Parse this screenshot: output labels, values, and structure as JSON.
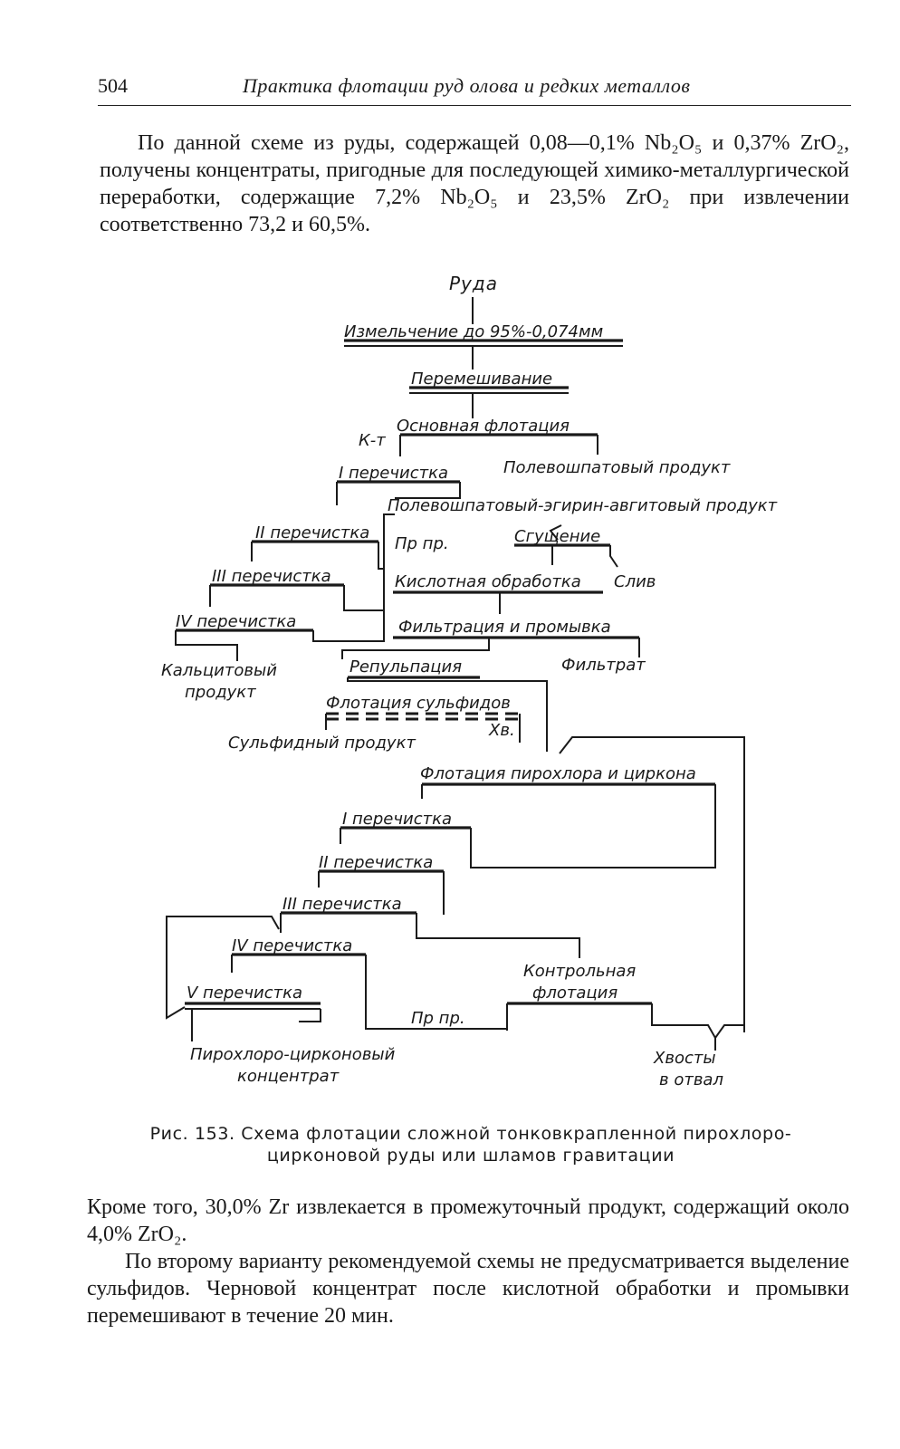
{
  "header": {
    "page_number": "504",
    "running_title": "Практика флотации руд олова и редких металлов"
  },
  "paragraph_1": "По данной схеме из руды, содержащей 0,08—0,1% Nb₂O₅ и 0,37% ZrO₂, получены концентраты, пригодные для последующей химико-металлургической переработки, содержащие 7,2% Nb₂O₅ и 23,5% ZrO₂ при извлечении соответственно 73,2 и 60,5%.",
  "diagram": {
    "ore": "Руда",
    "grinding": "Измельчение до 95%-0,074мм",
    "mixing": "Перемешивание",
    "main_flotation": "Основная флотация",
    "concentrate_abbr": "К-т",
    "feldspar_product": "Полевошпатовый продукт",
    "cleaning_1": "I перечистка",
    "feldspar_aegirine_augite_product": "Полевошпатовый-эгирин-авгитовый продукт",
    "cleaning_2": "II перечистка",
    "middlings_abbr": "Пр пр.",
    "thickening": "Сгущение",
    "cleaning_3": "III перечистка",
    "acid_treatment": "Кислотная обработка",
    "overflow": "Слив",
    "cleaning_4": "IV перечистка",
    "filtration_washing": "Фильтрация и промывка",
    "calcite_product_line1": "Кальцитовый",
    "calcite_product_line2": "продукт",
    "repulping": "Репульпация",
    "filtrate": "Фильтрат",
    "sulfide_flotation": "Флотация сульфидов",
    "sulfide_product": "Сульфидный продукт",
    "tails_abbr": "Хв.",
    "pyrochlore_zircon_flotation": "Флотация пирохлора и циркона",
    "cleaning_b1": "I перечистка",
    "cleaning_b2": "II перечистка",
    "cleaning_b3": "III перечистка",
    "cleaning_b4": "IV перечистка",
    "control_flotation_line1": "Контрольная",
    "control_flotation_line2": "флотация",
    "cleaning_b5": "V перечистка",
    "middlings_abbr_2": "Пр пр.",
    "concentrate_line1": "Пирохлоро-цирконовый",
    "concentrate_line2": "концентрат",
    "tailings_line1": "Хвосты",
    "tailings_line2": "в отвал"
  },
  "caption": "Рис. 153. Схема флотации сложной тонковкрапленной пирохлоро-цирконовой руды или шламов гравитации",
  "paragraph_2": "Кроме того, 30,0% Zr извлекается в промежуточный продукт, содержащий около 4,0% ZrO₂.",
  "paragraph_3": "По второму варианту рекомендуемой схемы не предусматривается выделение сульфидов. Черновой концентрат после кислотной обработки и промывки перемешивают в течение 20 мин."
}
